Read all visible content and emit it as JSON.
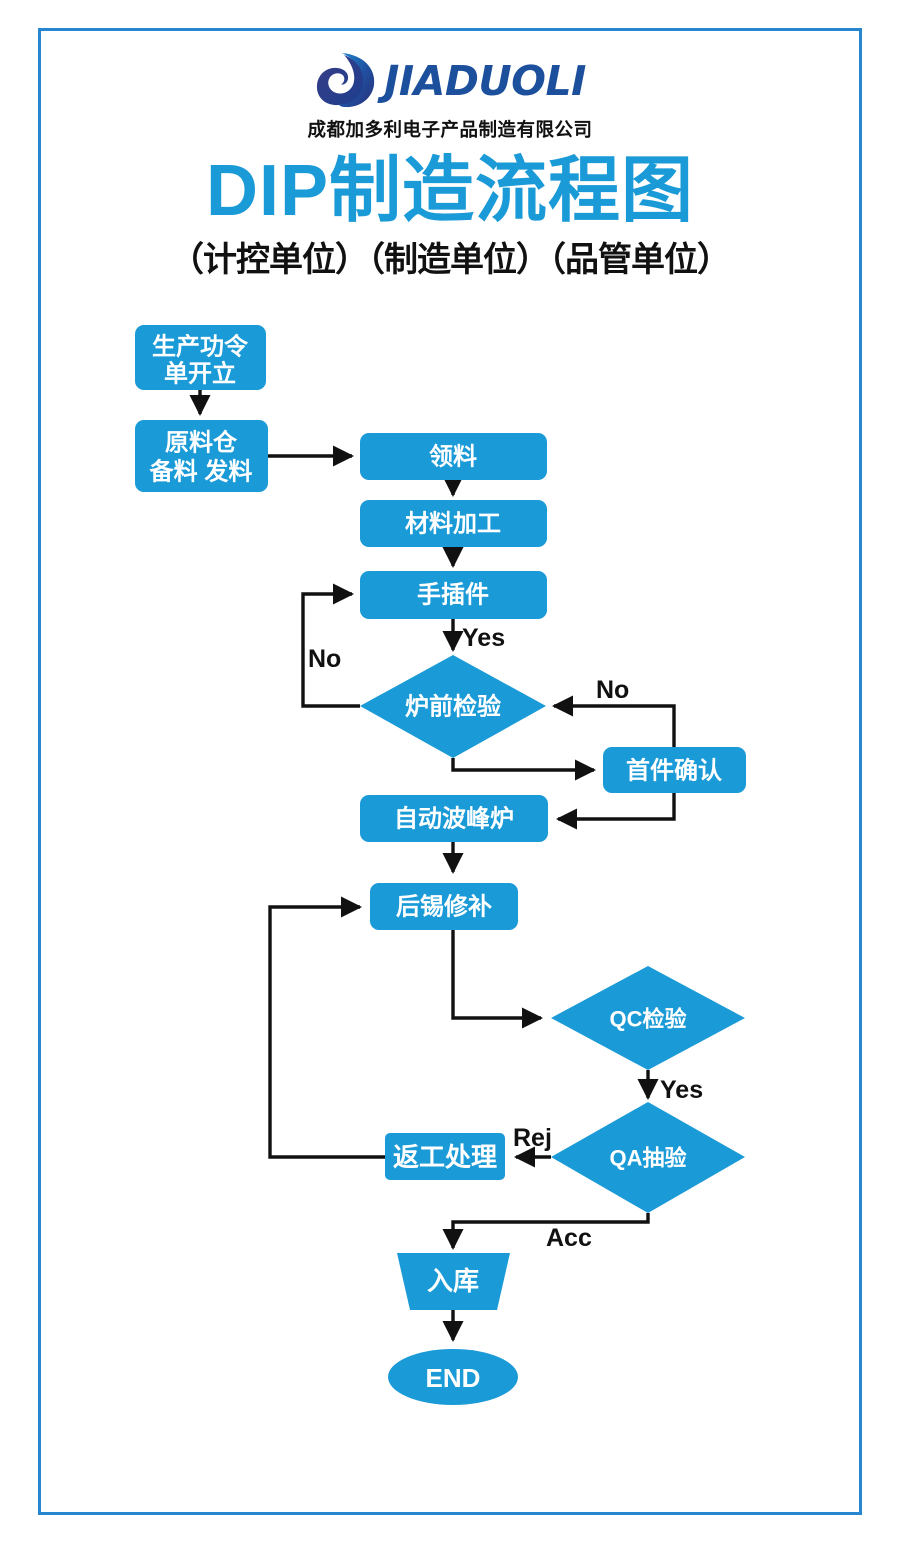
{
  "brand": {
    "logo_icon": "jiaduoli-droplet-logo-icon",
    "logo_wordmark": "JIADUOLI",
    "company_name": "成都加多利电子产品制造有限公司"
  },
  "title": {
    "main": "DIP制造流程图",
    "sub": "（计控单位）（制造单位）（品管单位）"
  },
  "colors": {
    "node_fill": "#1a9ad7",
    "frame": "#2686cf",
    "title": "#1a9ad7",
    "connector": "#111111",
    "node_text": "#ffffff",
    "logo_word": "#1c4f9c"
  },
  "chart_data": {
    "type": "flowchart",
    "nodes": [
      {
        "id": "n1",
        "label": "生产功令\n单开立",
        "shape": "rounded-rect",
        "unit": "计控单位"
      },
      {
        "id": "n2",
        "label": "原料仓\n备料 发料",
        "shape": "rounded-rect",
        "unit": "计控单位"
      },
      {
        "id": "n3",
        "label": "领料",
        "shape": "rounded-rect",
        "unit": "制造单位"
      },
      {
        "id": "n4",
        "label": "材料加工",
        "shape": "rounded-rect",
        "unit": "制造单位"
      },
      {
        "id": "n5",
        "label": "手插件",
        "shape": "rounded-rect",
        "unit": "制造单位"
      },
      {
        "id": "n6",
        "label": "炉前检验",
        "shape": "diamond",
        "unit": "品管单位"
      },
      {
        "id": "n7",
        "label": "首件确认",
        "shape": "rounded-rect",
        "unit": "品管单位"
      },
      {
        "id": "n8",
        "label": "自动波峰炉",
        "shape": "rounded-rect",
        "unit": "制造单位"
      },
      {
        "id": "n9",
        "label": "后锡修补",
        "shape": "rounded-rect",
        "unit": "制造单位"
      },
      {
        "id": "n10",
        "label": "QC检验",
        "shape": "diamond",
        "unit": "品管单位"
      },
      {
        "id": "n11",
        "label": "QA抽验",
        "shape": "diamond",
        "unit": "品管单位"
      },
      {
        "id": "n12",
        "label": "返工处理",
        "shape": "rounded-rect",
        "unit": "制造单位"
      },
      {
        "id": "n13",
        "label": "入库",
        "shape": "trapezoid",
        "unit": "计控单位"
      },
      {
        "id": "n14",
        "label": "END",
        "shape": "ellipse",
        "unit": ""
      }
    ],
    "edges": [
      {
        "from": "n1",
        "to": "n2",
        "label": ""
      },
      {
        "from": "n2",
        "to": "n3",
        "label": ""
      },
      {
        "from": "n3",
        "to": "n4",
        "label": ""
      },
      {
        "from": "n4",
        "to": "n5",
        "label": ""
      },
      {
        "from": "n5",
        "to": "n6",
        "label": "Yes"
      },
      {
        "from": "n6",
        "to": "n5",
        "label": "No"
      },
      {
        "from": "n6",
        "to": "n7",
        "label": ""
      },
      {
        "from": "n7",
        "to": "n6",
        "label": "No"
      },
      {
        "from": "n7",
        "to": "n8",
        "label": ""
      },
      {
        "from": "n8",
        "to": "n9",
        "label": ""
      },
      {
        "from": "n9",
        "to": "n10",
        "label": ""
      },
      {
        "from": "n10",
        "to": "n11",
        "label": "Yes"
      },
      {
        "from": "n11",
        "to": "n12",
        "label": "Rej"
      },
      {
        "from": "n12",
        "to": "n9",
        "label": ""
      },
      {
        "from": "n11",
        "to": "n13",
        "label": "Acc"
      },
      {
        "from": "n13",
        "to": "n14",
        "label": ""
      }
    ],
    "labels": [
      "Yes",
      "No",
      "No",
      "Yes",
      "Rej",
      "Acc"
    ],
    "title": "DIP制造流程图"
  },
  "nodes": {
    "n1_l1": "生产功令",
    "n1_l2": "单开立",
    "n2_l1": "原料仓",
    "n2_l2": "备料 发料",
    "n3": "领料",
    "n4": "材料加工",
    "n5": "手插件",
    "n6": "炉前检验",
    "n7": "首件确认",
    "n8": "自动波峰炉",
    "n9": "后锡修补",
    "n10": "QC检验",
    "n11": "QA抽验",
    "n12": "返工处理",
    "n13": "入库",
    "n14": "END"
  },
  "edge_labels": {
    "yes_top": "Yes",
    "no_left": "No",
    "no_right": "No",
    "yes_bottom": "Yes",
    "rej": "Rej",
    "acc": "Acc"
  }
}
